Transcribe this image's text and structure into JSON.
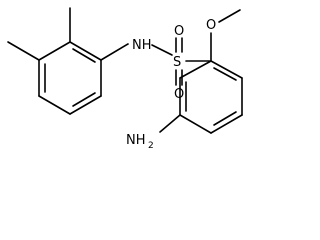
{
  "molecule": {
    "atoms": {
      "nh": "NH",
      "s": "S",
      "o_top": "O",
      "o_bottom": "O",
      "o_methoxy": "O",
      "nh2_main": "NH",
      "nh2_sub": "2"
    }
  }
}
